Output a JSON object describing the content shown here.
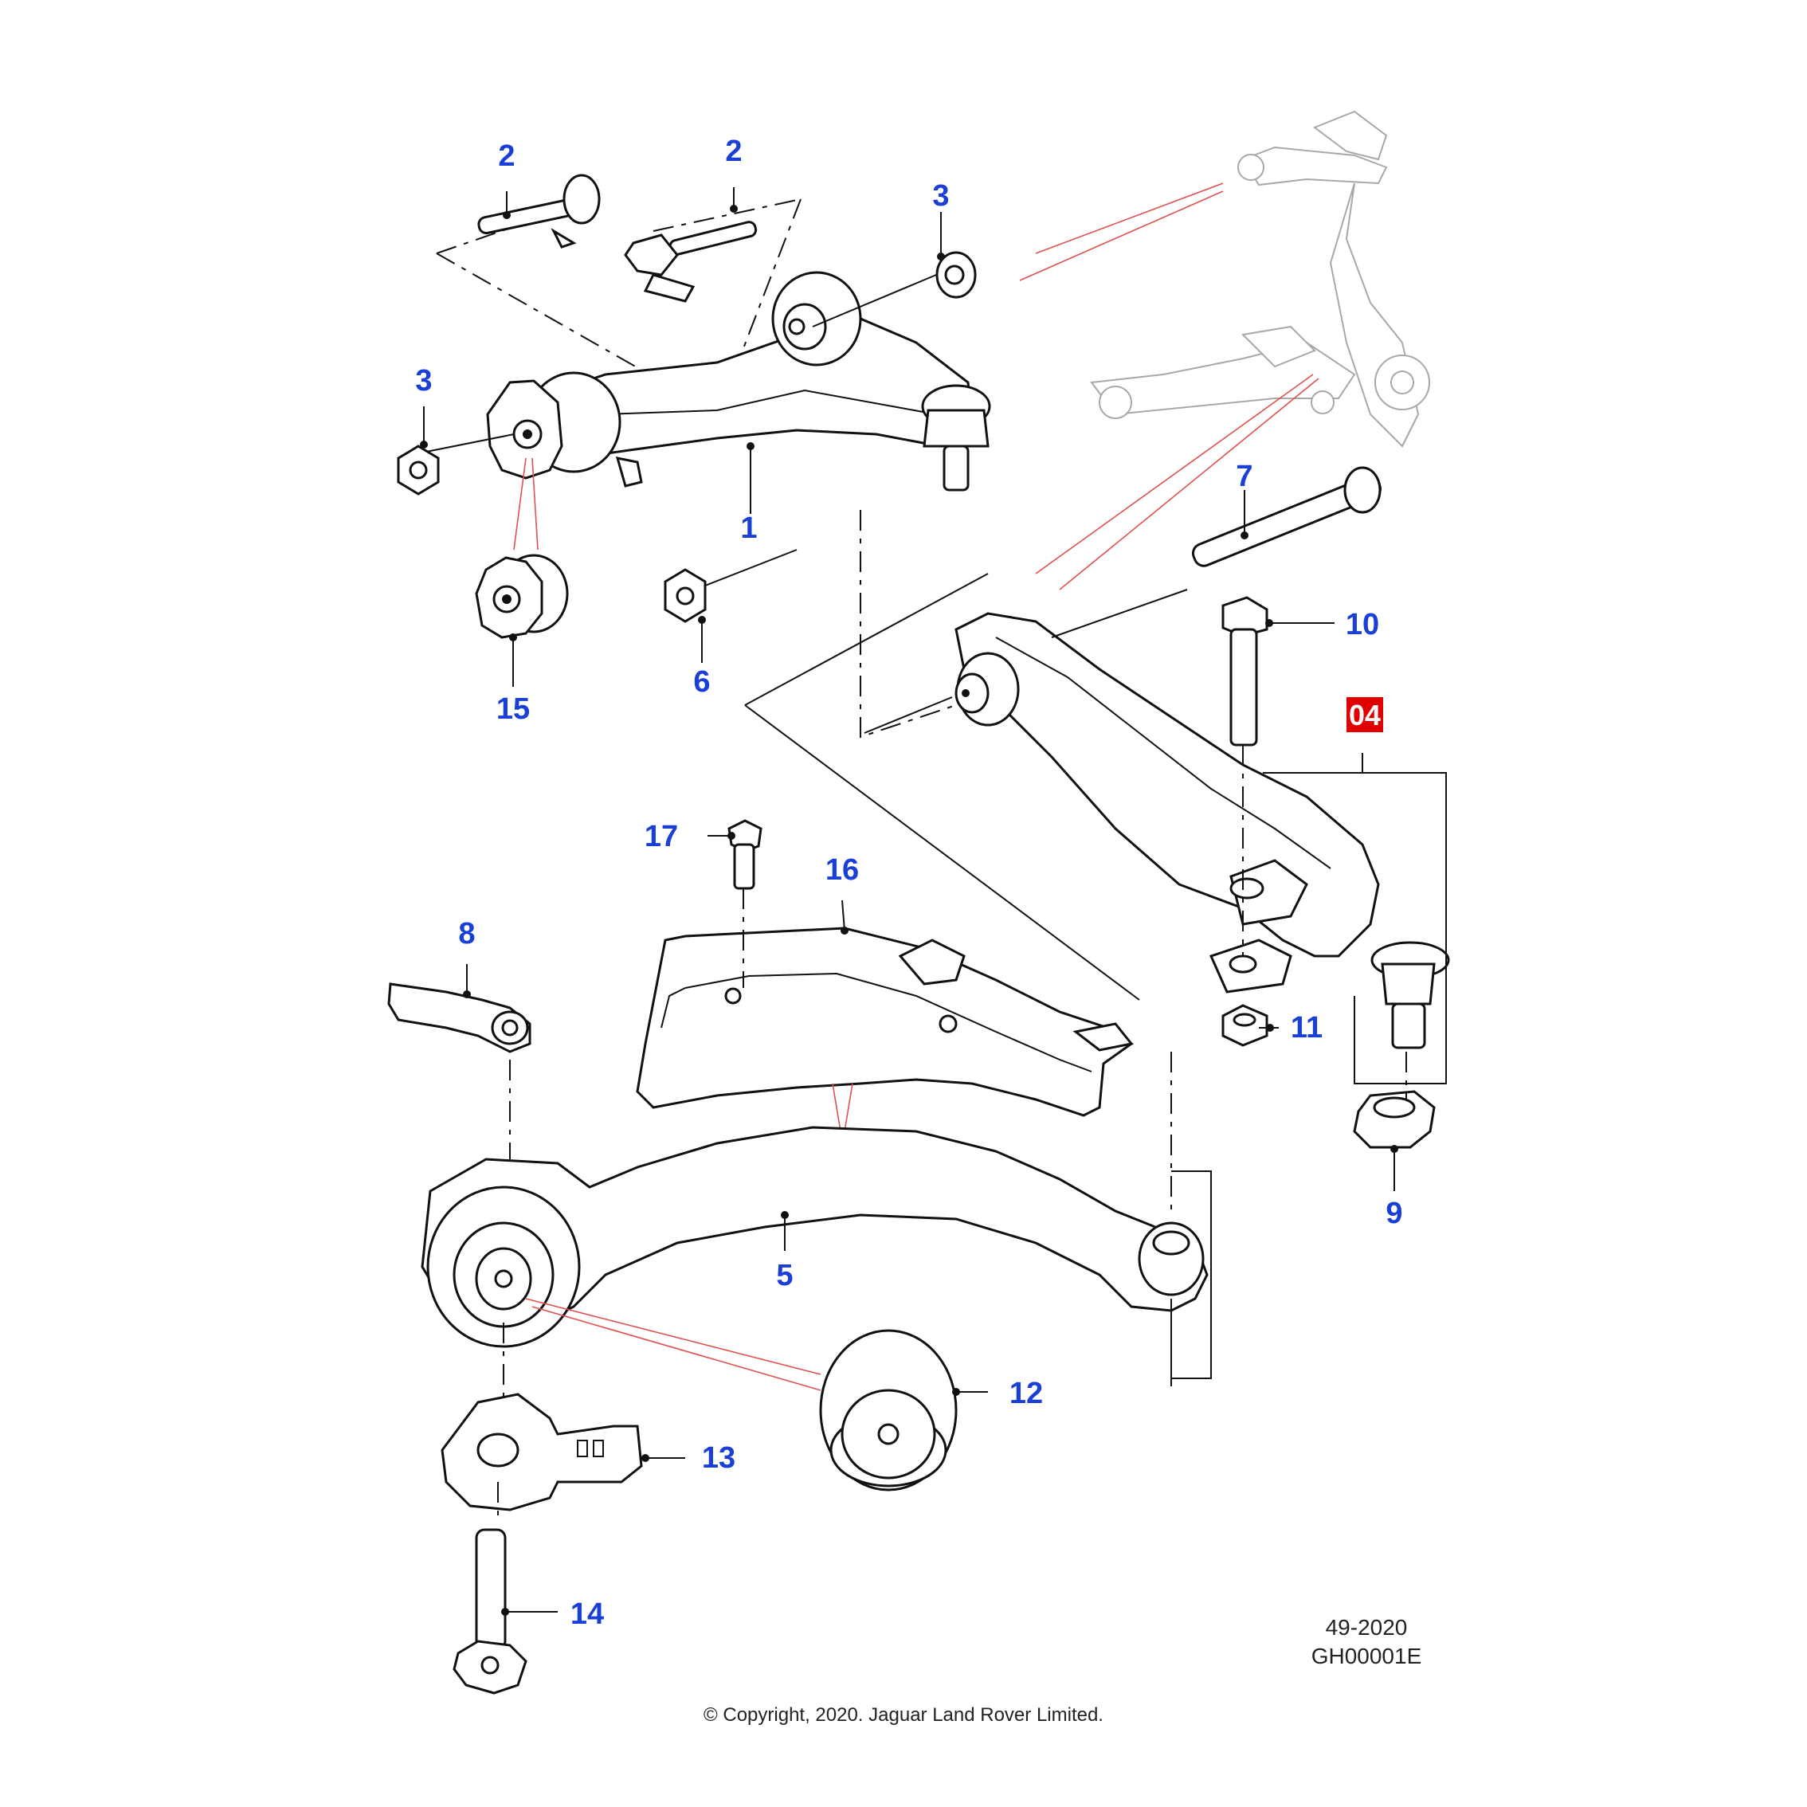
{
  "callouts": {
    "c1": "1",
    "c2a": "2",
    "c2b": "2",
    "c3a": "3",
    "c3b": "3",
    "c5": "5",
    "c6": "6",
    "c7": "7",
    "c8": "8",
    "c9": "9",
    "c10": "10",
    "c11": "11",
    "c12": "12",
    "c13": "13",
    "c14": "14",
    "c15": "15",
    "c16": "16",
    "c17": "17"
  },
  "reference_box": {
    "label": "04",
    "color": "#e00000"
  },
  "callout_color": "#1a3fd6",
  "footer": {
    "date_code": "49-2020",
    "drawing_number": "GH00001E",
    "copyright": "© Copyright, 2020. Jaguar Land Rover Limited."
  }
}
